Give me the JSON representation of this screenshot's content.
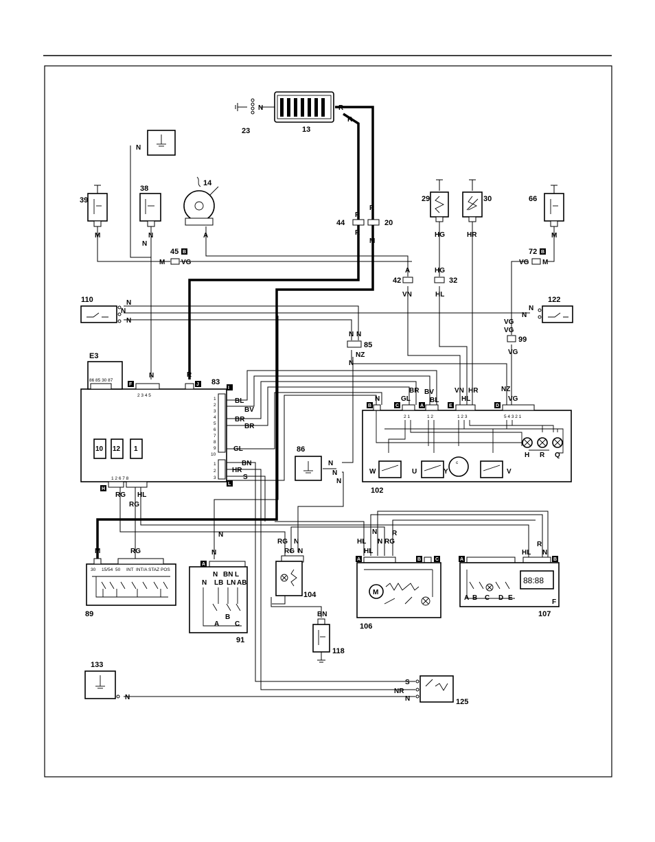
{
  "components": {
    "c13": "13",
    "c23": "23",
    "c14": "14",
    "c38": "38",
    "c39": "39",
    "c29": "29",
    "c30": "30",
    "c66": "66",
    "c44": "44",
    "c20": "20",
    "c45": "45",
    "c72": "72",
    "c42": "42",
    "c32": "32",
    "c85": "85",
    "c99": "99",
    "c110": "110",
    "c122": "122",
    "cE3": "E3",
    "c83": "83",
    "c86": "86",
    "c102": "102",
    "c89": "89",
    "c91": "91",
    "c104": "104",
    "c106": "106",
    "c107": "107",
    "c118": "118",
    "c133": "133",
    "c125": "125"
  },
  "connector_tags": {
    "B": "B",
    "F": "F",
    "J": "J",
    "I": "I",
    "L": "L",
    "H": "H",
    "C": "C",
    "A": "A",
    "E": "E",
    "D": "D"
  },
  "wire_codes": {
    "N": "N",
    "R": "R",
    "M": "M",
    "A": "A",
    "VG": "VG",
    "VN": "VN",
    "HG": "HG",
    "HR": "HR",
    "HL": "HL",
    "NZ": "NZ",
    "BL": "BL",
    "BV": "BV",
    "BR": "BR",
    "GL": "GL",
    "BN": "BN",
    "S": "S",
    "RG": "RG",
    "NR": "NR",
    "LB": "LB",
    "LN": "LN",
    "AB": "AB",
    "L": "L"
  },
  "instrument_cluster": {
    "gauges": {
      "W": "W",
      "U": "U",
      "Y": "Y",
      "V": "V"
    },
    "lamps": {
      "H": "H",
      "R": "R",
      "Q": "Q"
    },
    "pins_C": "2 1",
    "pins_A": "1 2",
    "pins_E": "1 2 3",
    "pins_D": "5 4 3 2 1"
  },
  "fuse_box": {
    "relay_pins": "86 85 30  87",
    "pins_F": "2 3 4 5",
    "fuses": [
      "10",
      "12",
      "1"
    ],
    "pins_H": "1 2   6 7 8",
    "side_pins_I": [
      "1",
      "2",
      "3",
      "4",
      "5",
      "6",
      "7",
      "8",
      "9",
      "10"
    ],
    "side_pins_L": [
      "1",
      "2",
      "3"
    ]
  },
  "ignition_switch": {
    "terminals": [
      "30",
      "15/54",
      "50",
      "INT",
      "INT/A",
      "STAZ",
      "POS"
    ]
  },
  "switch_91": {
    "contacts": [
      "A",
      "B",
      "C"
    ]
  },
  "panel_107": {
    "contacts": [
      "A",
      "B",
      "C",
      "D",
      "E"
    ],
    "letter_F": "F",
    "clock": "88:88"
  },
  "motor_106": {
    "motor": "M"
  }
}
